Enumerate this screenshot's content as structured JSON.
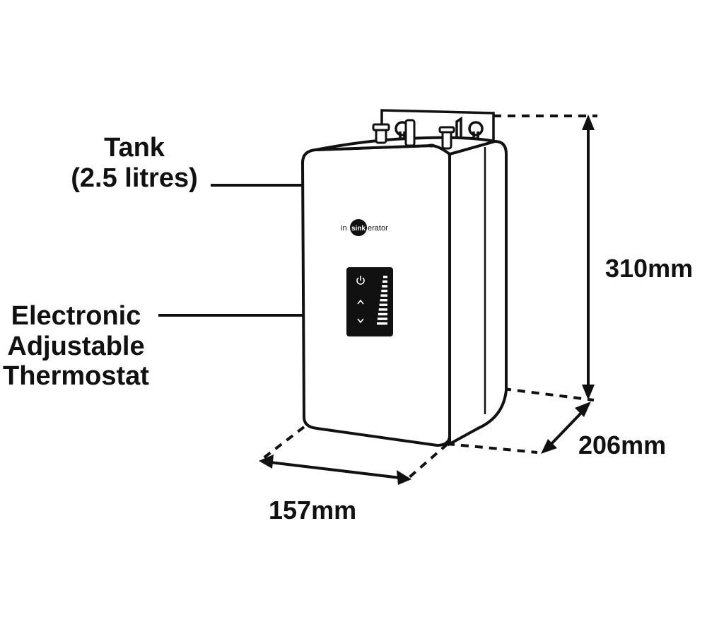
{
  "labels": {
    "tank_line1": "Tank",
    "tank_line2": "(2.5 litres)",
    "thermostat_line1": "Electronic",
    "thermostat_line2": "Adjustable",
    "thermostat_line3": "Thermostat",
    "height": "310mm",
    "depth": "206mm",
    "width": "157mm"
  },
  "brand": {
    "prefix": "in",
    "highlight": "sink",
    "suffix": "erator"
  },
  "colors": {
    "ink": "#111111",
    "panel": "#111111",
    "background": "#ffffff"
  }
}
